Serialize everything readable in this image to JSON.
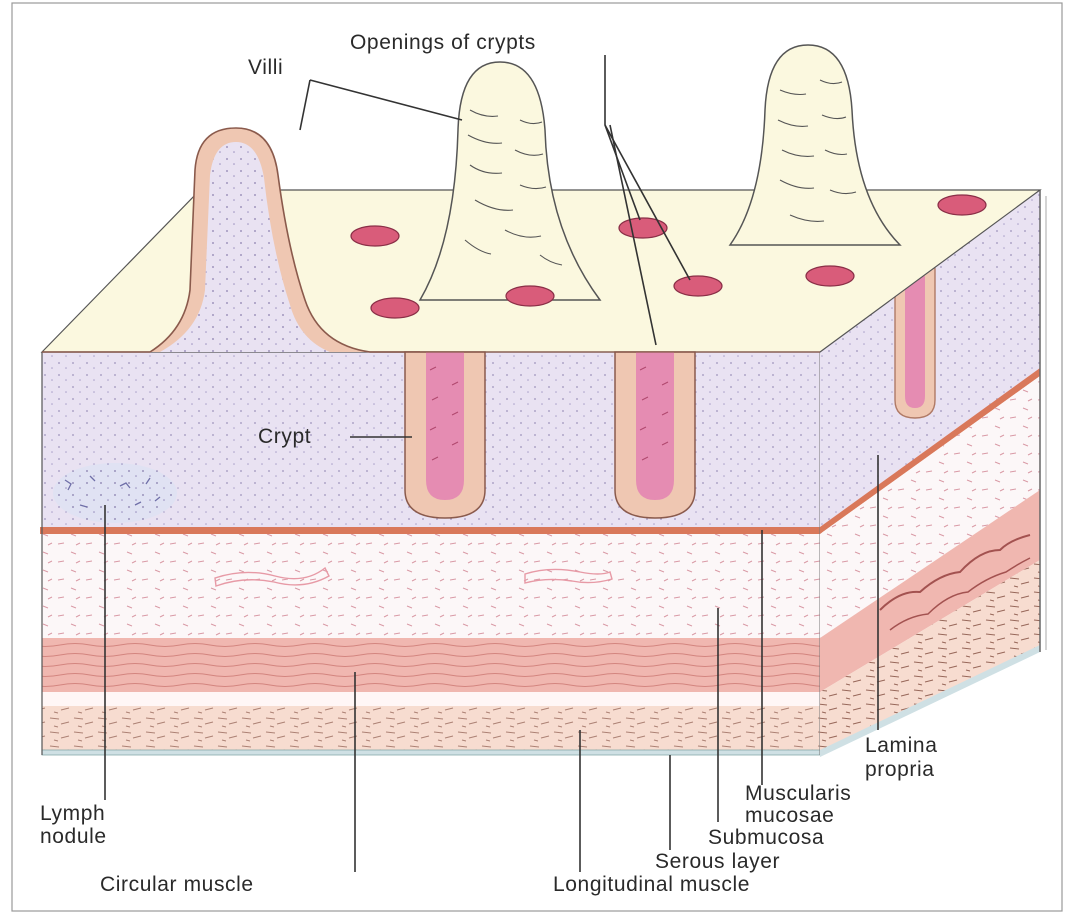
{
  "labels": {
    "openings_of_crypts": "Openings of crypts",
    "villi": "Villi",
    "crypt": "Crypt",
    "lamina_propria_1": "Lamina",
    "lamina_propria_2": "propria",
    "muscularis_mucosae_1": "Muscularis",
    "muscularis_mucosae_2": "mucosae",
    "submucosa": "Submucosa",
    "serous_layer": "Serous layer",
    "longitudinal_muscle": "Longitudinal muscle",
    "circular_muscle": "Circular muscle",
    "lymph_nodule_1": "Lymph",
    "lymph_nodule_2": "nodule"
  },
  "colors": {
    "mucosa_top": "#fbf8df",
    "lamina_propria": "#e9e2f2",
    "epithelium": "#efc7b2",
    "epithelium_edge": "#b07a66",
    "crypt_opening": "#d95c7a",
    "muscularis_mucosae": "#d9785a",
    "submucosa": "#fcf7f8",
    "circular_muscle": "#f0b7b0",
    "longitudinal_muscle": "#f7dcd0",
    "serosa": "#cfe0e4"
  }
}
